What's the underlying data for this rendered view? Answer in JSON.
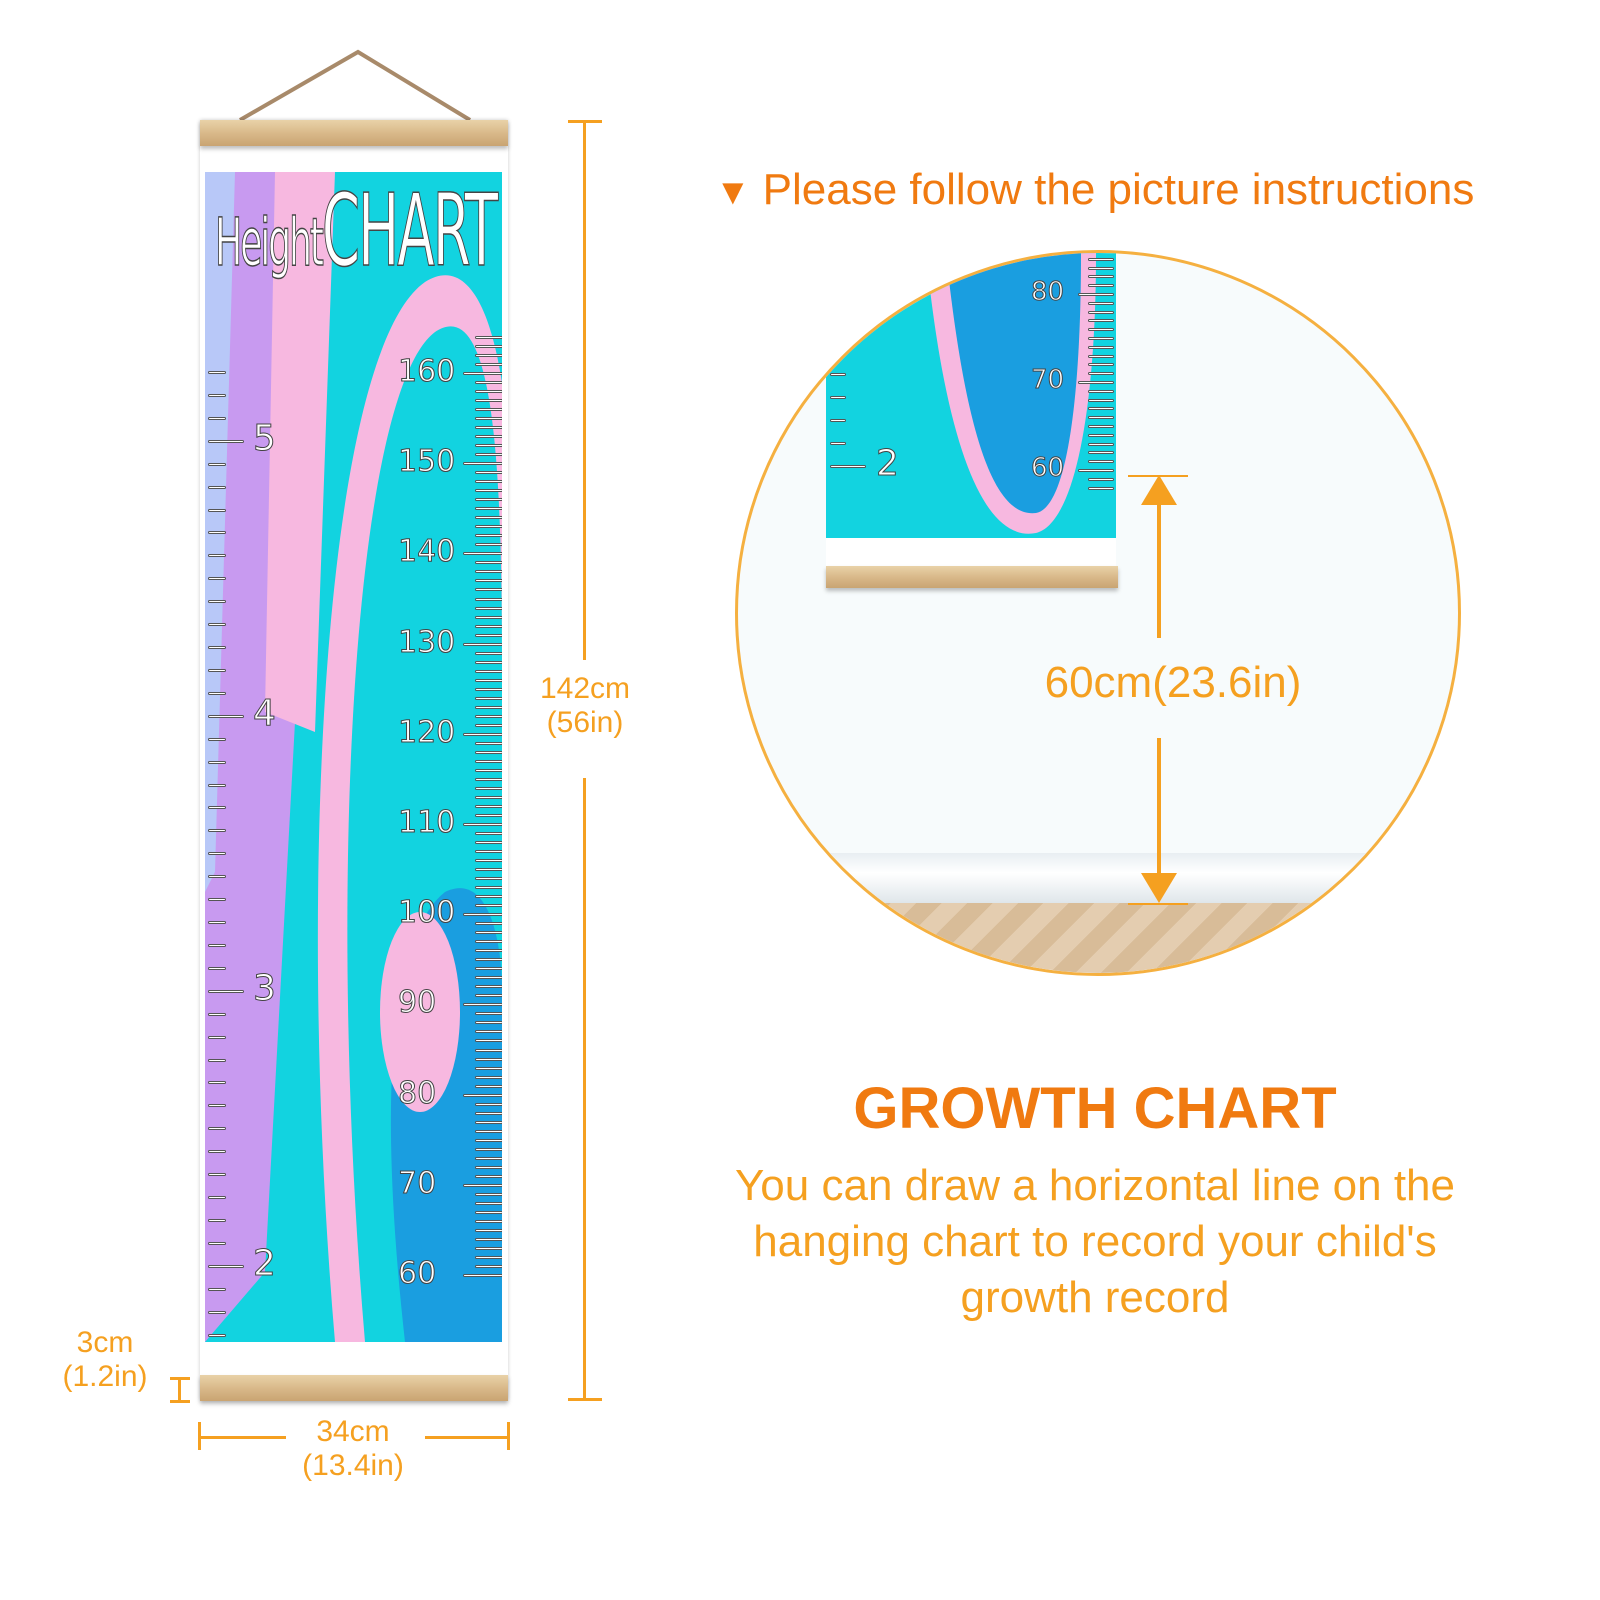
{
  "poster": {
    "title_word1": "Height",
    "title_word2": "CHART",
    "cm_labels": [
      "160",
      "150",
      "140",
      "130",
      "120",
      "110",
      "100",
      "90",
      "80",
      "70",
      "60"
    ],
    "ft_labels": [
      "5",
      "4",
      "3",
      "2"
    ]
  },
  "dimensions": {
    "height_cm": "142cm",
    "height_in": "(56in)",
    "width_cm": "34cm",
    "width_in": "(13.4in)",
    "margin_cm": "3cm",
    "margin_in": "(1.2in)"
  },
  "instructions": {
    "marker": "▼",
    "heading": "Please follow the picture instructions",
    "hang_height": "60cm(23.6in)",
    "detail_cm_labels": [
      "80",
      "70",
      "60"
    ],
    "detail_ft_label": "2"
  },
  "growth": {
    "title": "GROWTH CHART",
    "body": "You can draw a horizontal line on the hanging chart to record your child's growth record"
  },
  "colors": {
    "orange": "#f07a10",
    "light_orange": "#f5a020",
    "cyan": "#12d3e0",
    "pink": "#f7b8e0",
    "purple": "#c89af0"
  }
}
